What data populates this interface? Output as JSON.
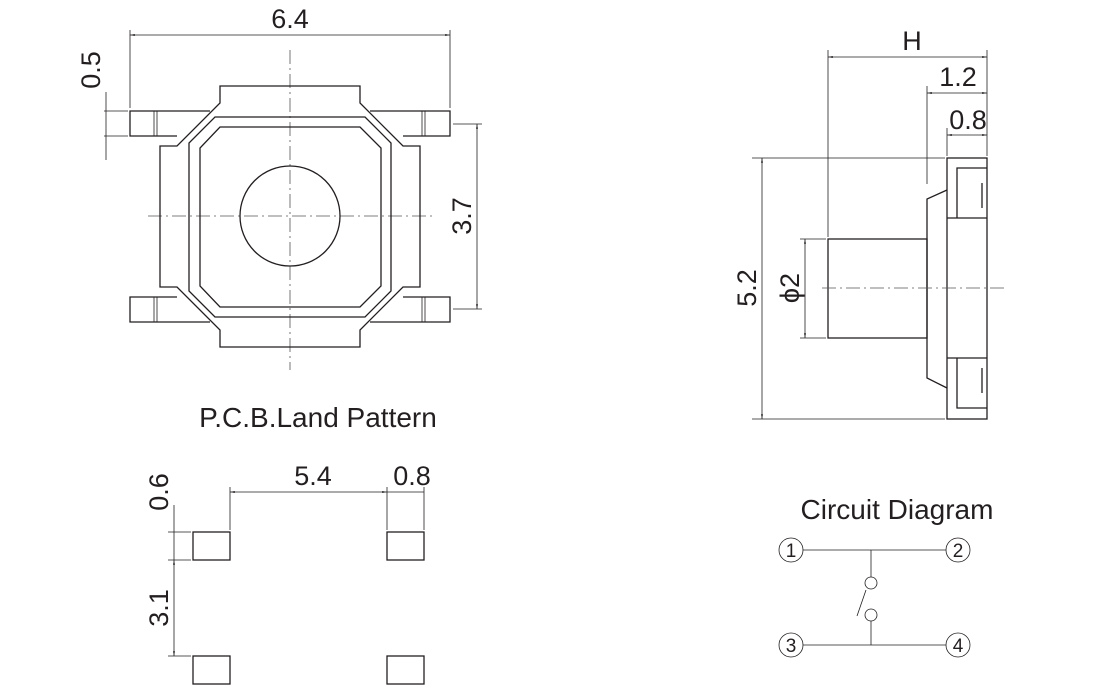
{
  "top_view": {
    "dims": {
      "width": "6.4",
      "lead_width": "0.5",
      "lead_pitch": "3.7"
    }
  },
  "side_view": {
    "dims": {
      "height": "H",
      "plunger_base": "1.2",
      "base": "0.8",
      "body": "5.2",
      "plunger_dia": "ϕ2"
    }
  },
  "pcb": {
    "title": "P.C.B.Land Pattern",
    "dims": {
      "pitch_x": "5.4",
      "pad_w": "0.8",
      "pad_h": "0.6",
      "pitch_y": "3.1"
    }
  },
  "circuit": {
    "title": "Circuit Diagram",
    "pins": [
      "1",
      "2",
      "3",
      "4"
    ]
  }
}
